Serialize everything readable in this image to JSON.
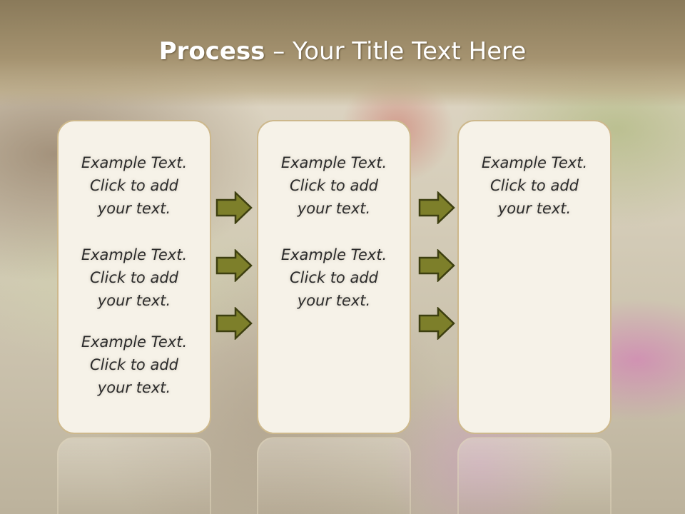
{
  "title": {
    "main": "Process",
    "rest": "– Your Title Text Here"
  },
  "columns": [
    {
      "blocks": [
        [
          "Example Text.",
          "Click  to add",
          "your text."
        ],
        [
          "Example Text.",
          "Click  to add",
          "your text."
        ],
        [
          "Example Text.",
          "Click  to add",
          "your text."
        ]
      ]
    },
    {
      "blocks": [
        [
          "Example Text.",
          "Click  to add",
          "your text."
        ],
        [
          "Example Text.",
          "Click  to add",
          "your text."
        ]
      ]
    },
    {
      "blocks": [
        [
          "Example Text.",
          "Click  to add",
          "your text."
        ]
      ]
    }
  ],
  "colors": {
    "arrow_fill": "#7d7f2a",
    "arrow_stroke": "#3d3f10",
    "panel_border": "#cdb88c"
  }
}
